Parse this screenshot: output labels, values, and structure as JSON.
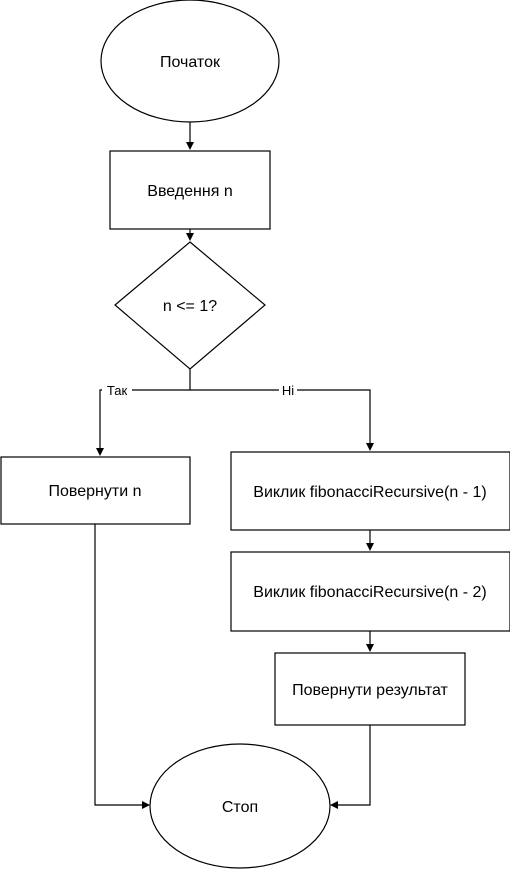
{
  "nodes": {
    "start": {
      "label": "Початок"
    },
    "input": {
      "label": "Введення n"
    },
    "decision": {
      "label": "n <= 1?"
    },
    "return_n": {
      "label": "Повернути n"
    },
    "call1": {
      "label": "Виклик fibonacciRecursive(n - 1)"
    },
    "call2": {
      "label": "Виклик fibonacciRecursive(n - 2)"
    },
    "return_result": {
      "label": "Повернути результат"
    },
    "stop": {
      "label": "Стоп"
    }
  },
  "edges": {
    "yes": {
      "label": "Так"
    },
    "no": {
      "label": "Ні"
    }
  }
}
